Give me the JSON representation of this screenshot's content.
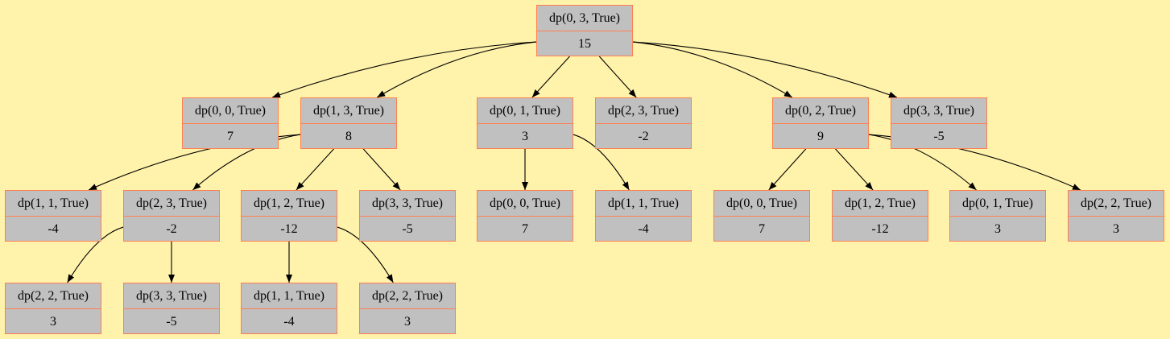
{
  "nodes": [
    {
      "id": "n0",
      "label": "dp(0, 3, True)",
      "value": "15"
    },
    {
      "id": "n1",
      "label": "dp(0, 0, True)",
      "value": "7"
    },
    {
      "id": "n2",
      "label": "dp(1, 3, True)",
      "value": "8"
    },
    {
      "id": "n3",
      "label": "dp(0, 1, True)",
      "value": "3"
    },
    {
      "id": "n4",
      "label": "dp(2, 3, True)",
      "value": "-2"
    },
    {
      "id": "n5",
      "label": "dp(0, 2, True)",
      "value": "9"
    },
    {
      "id": "n6",
      "label": "dp(3, 3, True)",
      "value": "-5"
    },
    {
      "id": "n7",
      "label": "dp(1, 1, True)",
      "value": "-4"
    },
    {
      "id": "n8",
      "label": "dp(2, 3, True)",
      "value": "-2"
    },
    {
      "id": "n9",
      "label": "dp(1, 2, True)",
      "value": "-12"
    },
    {
      "id": "n10",
      "label": "dp(3, 3, True)",
      "value": "-5"
    },
    {
      "id": "n11",
      "label": "dp(0, 0, True)",
      "value": "7"
    },
    {
      "id": "n12",
      "label": "dp(1, 1, True)",
      "value": "-4"
    },
    {
      "id": "n13",
      "label": "dp(0, 0, True)",
      "value": "7"
    },
    {
      "id": "n14",
      "label": "dp(1, 2, True)",
      "value": "-12"
    },
    {
      "id": "n15",
      "label": "dp(0, 1, True)",
      "value": "3"
    },
    {
      "id": "n16",
      "label": "dp(2, 2, True)",
      "value": "3"
    },
    {
      "id": "n17",
      "label": "dp(2, 2, True)",
      "value": "3"
    },
    {
      "id": "n18",
      "label": "dp(3, 3, True)",
      "value": "-5"
    },
    {
      "id": "n19",
      "label": "dp(1, 1, True)",
      "value": "-4"
    },
    {
      "id": "n20",
      "label": "dp(2, 2, True)",
      "value": "3"
    }
  ],
  "edges": [
    [
      "n0",
      "n1"
    ],
    [
      "n0",
      "n2"
    ],
    [
      "n0",
      "n3"
    ],
    [
      "n0",
      "n4"
    ],
    [
      "n0",
      "n5"
    ],
    [
      "n0",
      "n6"
    ],
    [
      "n2",
      "n7"
    ],
    [
      "n2",
      "n8"
    ],
    [
      "n2",
      "n9"
    ],
    [
      "n2",
      "n10"
    ],
    [
      "n3",
      "n11"
    ],
    [
      "n3",
      "n12"
    ],
    [
      "n5",
      "n13"
    ],
    [
      "n5",
      "n14"
    ],
    [
      "n5",
      "n15"
    ],
    [
      "n5",
      "n16"
    ],
    [
      "n8",
      "n17"
    ],
    [
      "n8",
      "n18"
    ],
    [
      "n9",
      "n19"
    ],
    [
      "n9",
      "n20"
    ]
  ],
  "colors": {
    "background": "#fff2aa",
    "node_fill": "#c0c0c0",
    "node_border": "#ff7f50",
    "edge": "#000000"
  }
}
